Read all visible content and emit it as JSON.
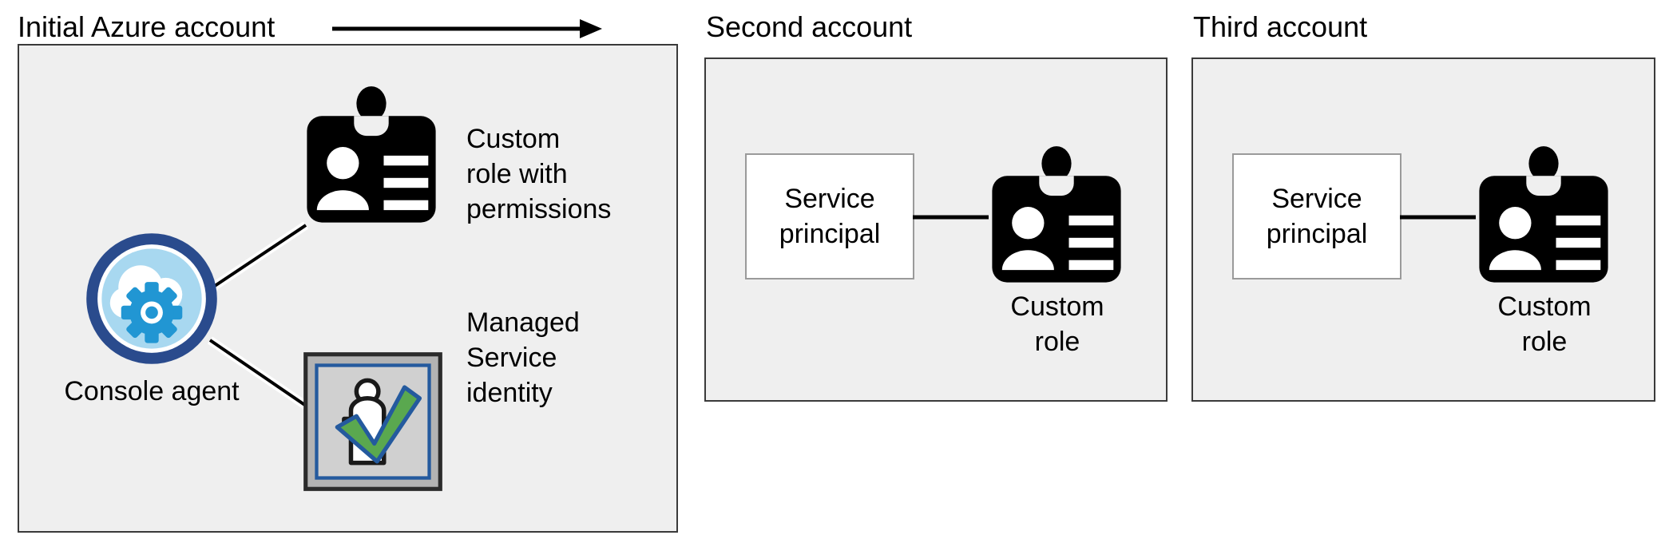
{
  "diagram": {
    "title_text_color": "#000000",
    "panel_fill": "#efefef",
    "panel_border": "#3a3a3a",
    "accent_blue_ring": "#2a4b8d",
    "accent_blue_light": "#a8d8f0",
    "accent_gear_blue": "#2196d3",
    "msi_green": "#5aa84f",
    "msi_blue": "#245a9e",
    "msi_gray": "#b3b3b3",
    "msi_inner_gray": "#d0d0d0",
    "badge_black": "#000000"
  },
  "panels": [
    {
      "id": "initial-azure-account",
      "title": "Initial Azure account",
      "nodes": [
        {
          "id": "console-agent",
          "label": "Console agent",
          "icon": "cloud-gear-circle-icon"
        },
        {
          "id": "custom-role-permissions",
          "label": "Custom\nrole with\npermissions",
          "icon": "id-badge-icon"
        },
        {
          "id": "managed-service-identity",
          "label": "Managed\nService\nidentity",
          "icon": "managed-service-identity-icon"
        }
      ]
    },
    {
      "id": "second-account",
      "title": "Second account",
      "nodes": [
        {
          "id": "service-principal",
          "label": "Service\nprincipal",
          "icon": "box-node"
        },
        {
          "id": "custom-role",
          "label": "Custom\nrole",
          "icon": "id-badge-icon"
        }
      ]
    },
    {
      "id": "third-account",
      "title": "Third account",
      "nodes": [
        {
          "id": "service-principal",
          "label": "Service\nprincipal",
          "icon": "box-node"
        },
        {
          "id": "custom-role",
          "label": "Custom\nrole",
          "icon": "id-badge-icon"
        }
      ]
    }
  ],
  "connections": [
    {
      "id": "initial-to-second",
      "type": "arrow",
      "from": "initial-azure-account",
      "to": "second-account"
    },
    {
      "id": "agent-to-custom-role",
      "type": "line",
      "from": "console-agent",
      "to": "custom-role-permissions"
    },
    {
      "id": "agent-to-msi",
      "type": "line",
      "from": "console-agent",
      "to": "managed-service-identity"
    },
    {
      "id": "sp2-to-role2",
      "type": "line",
      "from": "service-principal",
      "to": "custom-role"
    },
    {
      "id": "sp3-to-role3",
      "type": "line",
      "from": "service-principal",
      "to": "custom-role"
    }
  ]
}
